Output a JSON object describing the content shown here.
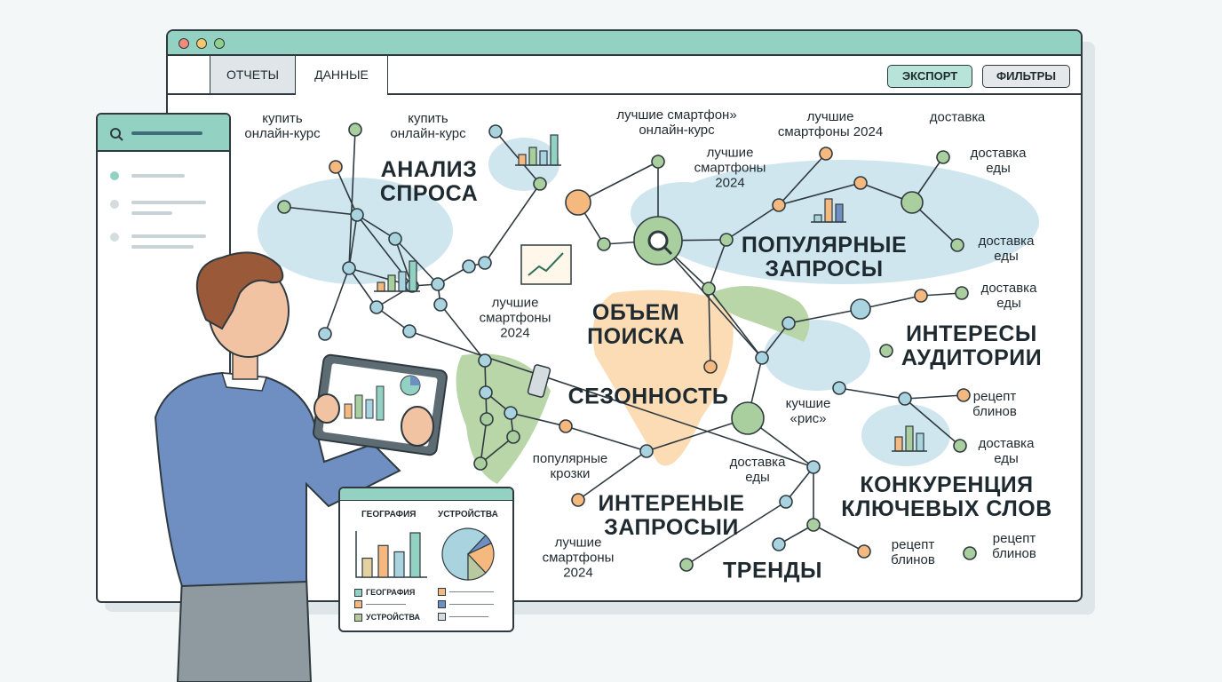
{
  "window": {
    "tabs": [
      {
        "label": "ОТЧЕТЫ",
        "active": false
      },
      {
        "label": "ДАННЫЕ",
        "active": true
      }
    ],
    "buttons": {
      "export": "ЭКСПОРТ",
      "filters": "ФИЛЬТРЫ"
    }
  },
  "colors": {
    "accent": "#93d1c2",
    "map": "#cfe6ee",
    "orange": "#f5b97f",
    "green": "#a9cf9f",
    "outline": "#2f3a40"
  },
  "map": {
    "headings": [
      "АНАЛИЗ\nСПРОСА",
      "ПОПУЛЯРНЫЕ\nЗАПРОСЫ",
      "ОБЪЕМ\nПОИСКА",
      "ИНТЕРЕСЫ\nАУДИТОРИИ",
      "СЕЗОННОСТЬ",
      "КОНКУРЕНЦИЯ\nКЛЮЧЕВЫХ СЛОВ",
      "ИНТЕРЕНЫЕ\nЗАПРОСЫИ",
      "ТРЕНДЫ"
    ],
    "keywords": [
      "купить\nонлайн-курс",
      "купить\nонлайн-курс",
      "лучшие смартфон»\nонлайн-курс",
      "лучшие\nсмартфоны 2024",
      "доставкa",
      "доставка\nеды",
      "лучшие\nсмартфоны\n2024",
      "доставка\nеды",
      "доставка\nеды",
      "лучшие\nсмартфоны\n2024",
      "рецепт\nблинов",
      "кучшие\n«рис»",
      "доставка\nеды",
      "популярные\nкрозки",
      "доставка\nеды",
      "лучшие\nсмартфоны\n2024",
      "рецепт\nблинов",
      "рецепт\nблинов"
    ]
  },
  "card": {
    "titles": {
      "left": "ГЕОГРАФИЯ",
      "right": "УСТРОЙСТВА"
    },
    "legend": [
      "ГЕОГРАФИЯ",
      "",
      "УСТРОЙСТВА"
    ],
    "bar_values": [
      3,
      5,
      4,
      7
    ],
    "pie_values": [
      62,
      6,
      20,
      12
    ]
  }
}
